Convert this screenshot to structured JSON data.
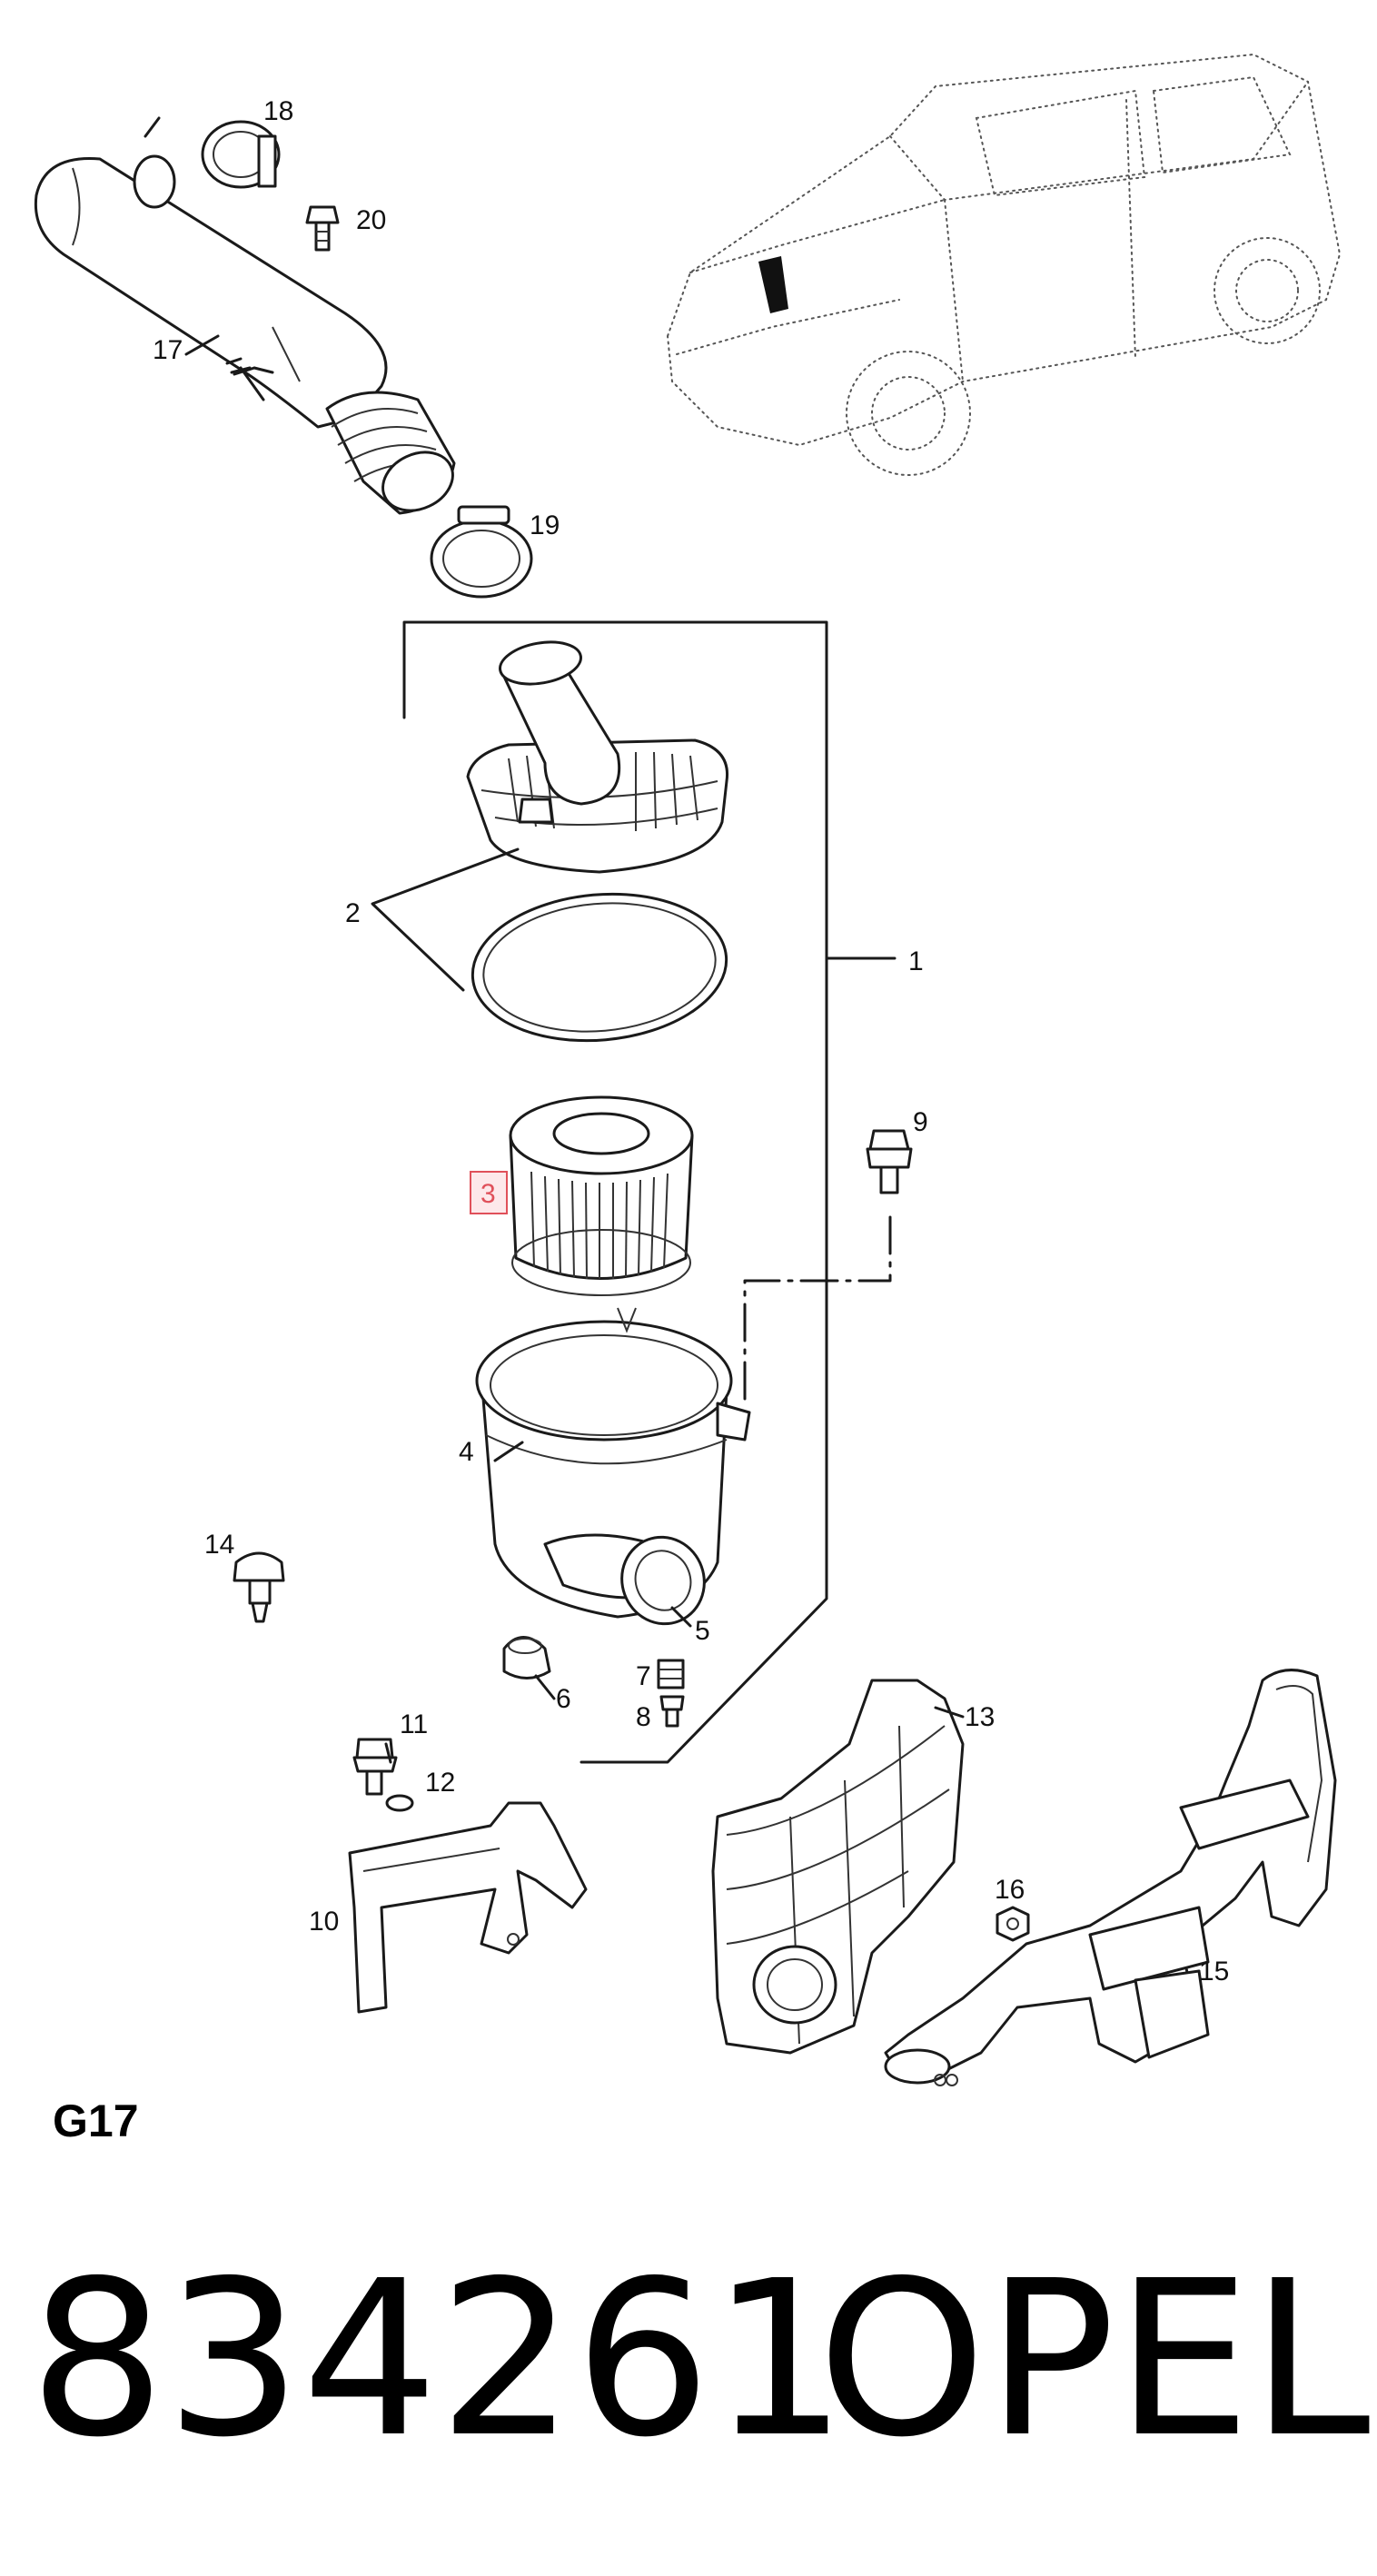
{
  "diagram": {
    "section_code": "G17",
    "highlight_color": "#e0505a",
    "highlighted_part": "3",
    "part_labels": {
      "p1": "1",
      "p2": "2",
      "p3": "3",
      "p4": "4",
      "p5": "5",
      "p6": "6",
      "p7": "7",
      "p8": "8",
      "p9": "9",
      "p10": "10",
      "p11": "11",
      "p12": "12",
      "p13": "13",
      "p14": "14",
      "p15": "15",
      "p16": "16",
      "p17": "17",
      "p18": "18",
      "p19": "19",
      "p20": "20"
    }
  },
  "footer": {
    "part_number": "834261",
    "brand": "OPEL"
  }
}
